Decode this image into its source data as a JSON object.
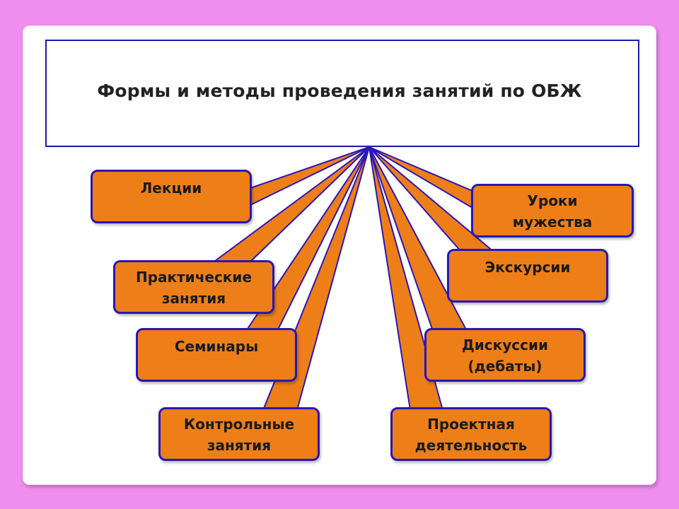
{
  "title": "Формы и методы проведения занятий по ОБЖ",
  "colors": {
    "background": "#f08ef0",
    "node_fill": "#ee7f18",
    "node_border": "#2a16b8",
    "title_border": "#1a1aa8"
  },
  "nodes": [
    {
      "id": "lectures",
      "label": "Лекции"
    },
    {
      "id": "practical",
      "label": "Практические\nзанятия"
    },
    {
      "id": "seminars",
      "label": "Семинары"
    },
    {
      "id": "tests",
      "label": "Контрольные\nзанятия"
    },
    {
      "id": "courage",
      "label": "Уроки\nмужества"
    },
    {
      "id": "excursions",
      "label": "Экскурсии"
    },
    {
      "id": "discussions",
      "label": "Дискуссии\n(дебаты)"
    },
    {
      "id": "projects",
      "label": "Проектная\nдеятельность"
    }
  ]
}
